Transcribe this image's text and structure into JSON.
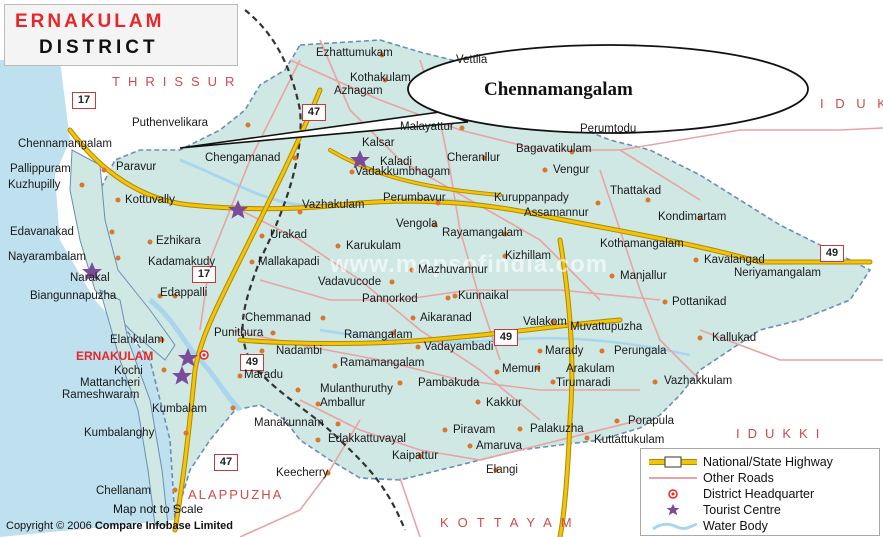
{
  "map": {
    "title_line1": "ERNAKULAM",
    "title_line2": "DISTRICT",
    "callout": "Chennamangalam",
    "watermark": "www.mapsofindia.com",
    "note": "Map not to Scale",
    "copyright_prefix": "Copyright © 2006",
    "copyright_owner": "Compare Infobase Limited",
    "colors": {
      "district_fill": "#cfe8e4",
      "water": "#a9d6ee",
      "highway": "#f2c40a",
      "highway_outline": "#b08a00",
      "other_road": "#e9a3a3",
      "railway": "#333333",
      "boundary": "#6a8fb3",
      "title_red": "#e8262a",
      "star": "#7b4a9a"
    }
  },
  "regions": [
    {
      "id": "thrissur",
      "label": "THRISSUR"
    },
    {
      "id": "idukki-top",
      "label": "I D U K K I"
    },
    {
      "id": "idukki",
      "label": "IDUKKI"
    },
    {
      "id": "kottayam",
      "label": "KOTTAYAM"
    },
    {
      "id": "alappuzha",
      "label": "ALAPPUZHA"
    }
  ],
  "shields": [
    {
      "id": "s17a",
      "label": "17"
    },
    {
      "id": "s47a",
      "label": "47"
    },
    {
      "id": "s17b",
      "label": "17"
    },
    {
      "id": "s49a",
      "label": "49"
    },
    {
      "id": "s49b",
      "label": "49"
    },
    {
      "id": "s49c",
      "label": "49"
    },
    {
      "id": "s47b",
      "label": "47"
    }
  ],
  "places": [
    {
      "id": "ezhattumukam",
      "label": "Ezhattumukam"
    },
    {
      "id": "vettila",
      "label": "Vettila"
    },
    {
      "id": "kothakulam",
      "label": "Kothakulam"
    },
    {
      "id": "azhagam",
      "label": "Azhagam"
    },
    {
      "id": "puthenvelikara",
      "label": "Puthenvelikara"
    },
    {
      "id": "malayattur",
      "label": "Malayattur"
    },
    {
      "id": "perumtodu",
      "label": "Perumtodu"
    },
    {
      "id": "chennamangalam",
      "label": "Chennamangalam"
    },
    {
      "id": "kalsar",
      "label": "Kalsar"
    },
    {
      "id": "bagavatikulam",
      "label": "Bagavatikulam"
    },
    {
      "id": "pallippuram",
      "label": "Pallippuram"
    },
    {
      "id": "paravur",
      "label": "Paravur"
    },
    {
      "id": "chengamanad",
      "label": "Chengamanad"
    },
    {
      "id": "kaladi",
      "label": "Kaladi"
    },
    {
      "id": "cheranllur",
      "label": "Cheranllur"
    },
    {
      "id": "kuzhupilly",
      "label": "Kuzhupilly"
    },
    {
      "id": "vadakkumbhagam",
      "label": "Vadakkumbhagam"
    },
    {
      "id": "vengur",
      "label": "Vengur"
    },
    {
      "id": "thattakad",
      "label": "Thattakad"
    },
    {
      "id": "kottuvally",
      "label": "Kottuvally"
    },
    {
      "id": "perumbavur",
      "label": "Perumbavur"
    },
    {
      "id": "kuruppanpady",
      "label": "Kuruppanpady"
    },
    {
      "id": "vazhakulam",
      "label": "Vazhakulam"
    },
    {
      "id": "assamannur",
      "label": "Assamannur"
    },
    {
      "id": "kondimartam",
      "label": "Kondimartam"
    },
    {
      "id": "edavanakad",
      "label": "Edavanakad"
    },
    {
      "id": "vengola",
      "label": "Vengola"
    },
    {
      "id": "urakad",
      "label": "Urakad"
    },
    {
      "id": "rayamangalam",
      "label": "Rayamangalam"
    },
    {
      "id": "ezhikara",
      "label": "Ezhikara"
    },
    {
      "id": "karukulam",
      "label": "Karukulam"
    },
    {
      "id": "kothamangalam",
      "label": "Kothamangalam"
    },
    {
      "id": "nayarambalam",
      "label": "Nayarambalam"
    },
    {
      "id": "kizhillam",
      "label": "Kizhillam"
    },
    {
      "id": "kavalangad",
      "label": "Kavalangad"
    },
    {
      "id": "kadamakudy",
      "label": "Kadamakudy"
    },
    {
      "id": "mallakapadi",
      "label": "Mallakapadi"
    },
    {
      "id": "mazhuvannur",
      "label": "Mazhuvannur"
    },
    {
      "id": "neriyamangalam",
      "label": "Neriyamangalam"
    },
    {
      "id": "narakal",
      "label": "Narakal"
    },
    {
      "id": "manjallur",
      "label": "Manjallur"
    },
    {
      "id": "vadavucode",
      "label": "Vadavucode"
    },
    {
      "id": "biangunnapuzha",
      "label": "Biangunnapuzha"
    },
    {
      "id": "edappalli",
      "label": "Edappalli"
    },
    {
      "id": "pannorkod",
      "label": "Pannorkod"
    },
    {
      "id": "kunnaikal",
      "label": "Kunnaikal"
    },
    {
      "id": "pottanikad",
      "label": "Pottanikad"
    },
    {
      "id": "chemmanad",
      "label": "Chemmanad"
    },
    {
      "id": "aikaranad",
      "label": "Aikaranad"
    },
    {
      "id": "elankulam",
      "label": "Elankulam"
    },
    {
      "id": "punithura",
      "label": "Punithura"
    },
    {
      "id": "valakom",
      "label": "Valakom"
    },
    {
      "id": "muvattupuzha",
      "label": "Muvattupuzha"
    },
    {
      "id": "ramangalam",
      "label": "Ramangalam"
    },
    {
      "id": "kallukad",
      "label": "Kallukad"
    },
    {
      "id": "nadambi",
      "label": "Nadambi"
    },
    {
      "id": "vadayambadi",
      "label": "Vadayambadi"
    },
    {
      "id": "kochi",
      "label": "Kochi"
    },
    {
      "id": "marady",
      "label": "Marady"
    },
    {
      "id": "perungala",
      "label": "Perungala"
    },
    {
      "id": "ramamangalam",
      "label": "Ramamangalam"
    },
    {
      "id": "mattancheri",
      "label": "Mattancheri"
    },
    {
      "id": "maradu",
      "label": "Maradu"
    },
    {
      "id": "memuri",
      "label": "Memuri"
    },
    {
      "id": "arakulam",
      "label": "Arakulam"
    },
    {
      "id": "rameshwaram",
      "label": "Rameshwaram"
    },
    {
      "id": "mulanthuruthy",
      "label": "Mulanthuruthy"
    },
    {
      "id": "vazhakkulam",
      "label": "Vazhakkulam"
    },
    {
      "id": "pambakuda",
      "label": "Pambakuda"
    },
    {
      "id": "tirumaradi",
      "label": "Tirumaradi"
    },
    {
      "id": "amballur",
      "label": "Amballur"
    },
    {
      "id": "kumbalam",
      "label": "Kumbalam"
    },
    {
      "id": "kakkur",
      "label": "Kakkur"
    },
    {
      "id": "porapula",
      "label": "Porapula"
    },
    {
      "id": "manakunnam",
      "label": "Manakunnam"
    },
    {
      "id": "kumbalanghy",
      "label": "Kumbalanghy"
    },
    {
      "id": "piravam",
      "label": "Piravam"
    },
    {
      "id": "palakuzha",
      "label": "Palakuzha"
    },
    {
      "id": "edakkattuvayal",
      "label": "Edakkattuvayal"
    },
    {
      "id": "kuttattukulam",
      "label": "Kuttattukulam"
    },
    {
      "id": "amaruva",
      "label": "Amaruva"
    },
    {
      "id": "kaipattur",
      "label": "Kaipattur"
    },
    {
      "id": "elangi",
      "label": "Elangi"
    },
    {
      "id": "keecherry",
      "label": "Keecherry"
    },
    {
      "id": "chellanam",
      "label": "Chellanam"
    }
  ],
  "headquarters": {
    "label": "ERNAKULAM"
  },
  "legend": [
    {
      "symbol": "highway",
      "label": "National/State Highway"
    },
    {
      "symbol": "road",
      "label": "Other Roads"
    },
    {
      "symbol": "hq",
      "label": "District Headquarter"
    },
    {
      "symbol": "star",
      "label": "Tourist Centre"
    },
    {
      "symbol": "water",
      "label": "Water Body"
    }
  ]
}
